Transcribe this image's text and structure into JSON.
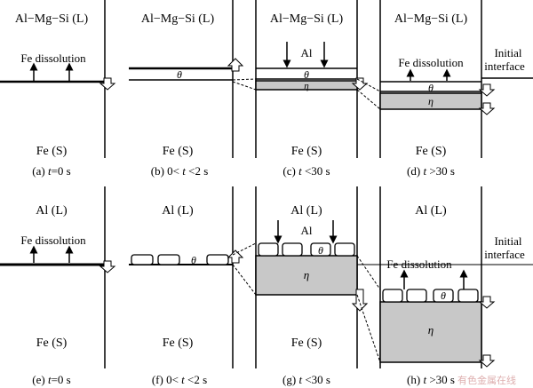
{
  "colors": {
    "ink": "#000000",
    "eta_fill": "#c8c8c8",
    "watermark": "#d8a0a0"
  },
  "row1": {
    "liquid": "Al−Mg−Si (L)",
    "solid": "Fe (S)",
    "fe_dissolution": "Fe dissolution",
    "al": "Al",
    "theta": "θ",
    "eta": "η",
    "captions": {
      "a": {
        "prefix": "(a) ",
        "var": "t",
        "rest": "=0 s"
      },
      "b": {
        "prefix": "(b) 0< ",
        "var": "t",
        "rest": " <2 s"
      },
      "c": {
        "prefix": "(c)  ",
        "var": "t",
        "rest": " <30 s"
      },
      "d": {
        "prefix": "(d)  ",
        "var": "t",
        "rest": " >30 s"
      }
    }
  },
  "row2": {
    "liquid": "Al (L)",
    "solid": "Fe (S)",
    "fe_dissolution": "Fe dissolution",
    "al": "Al",
    "theta": "θ",
    "eta": "η",
    "captions": {
      "e": {
        "prefix": "(e) ",
        "var": "t",
        "rest": "=0 s"
      },
      "f": {
        "prefix": "(f) 0< ",
        "var": "t",
        "rest": " <2 s"
      },
      "g": {
        "prefix": "(g)  ",
        "var": "t",
        "rest": " <30 s"
      },
      "h": {
        "prefix": "(h)  ",
        "var": "t",
        "rest": " >30 s"
      }
    }
  },
  "initial_interface": {
    "line1": "Initial",
    "line2": "interface"
  },
  "watermark": "有色金属在线"
}
